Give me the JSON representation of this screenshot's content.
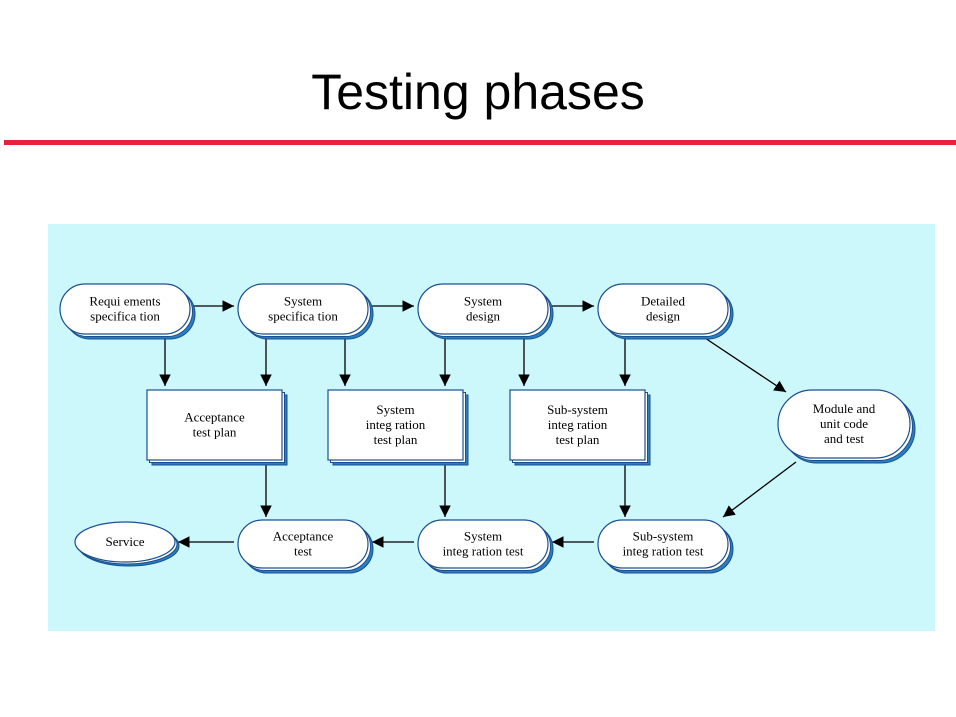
{
  "title": "Testing phases",
  "nodes": {
    "req": [
      "Requi    ements",
      "specifica  tion"
    ],
    "sysspec": [
      "System",
      "specifica  tion"
    ],
    "sysdesign": [
      "System",
      "design"
    ],
    "detdesign": [
      "Detailed",
      "design"
    ],
    "module": [
      "Module and",
      "unit code",
      "and test"
    ],
    "acc_plan": [
      "Acceptance",
      "test plan"
    ],
    "sysint_plan": [
      "System",
      "integ  ration",
      "test plan"
    ],
    "subint_plan": [
      "Sub-system",
      "integ  ration",
      "test plan"
    ],
    "service": [
      "Service"
    ],
    "acc_test": [
      "Acceptance",
      "test"
    ],
    "sysint_test": [
      "System",
      "integ  ration test"
    ],
    "subint_test": [
      "Sub-system",
      "integ  ration test"
    ]
  }
}
